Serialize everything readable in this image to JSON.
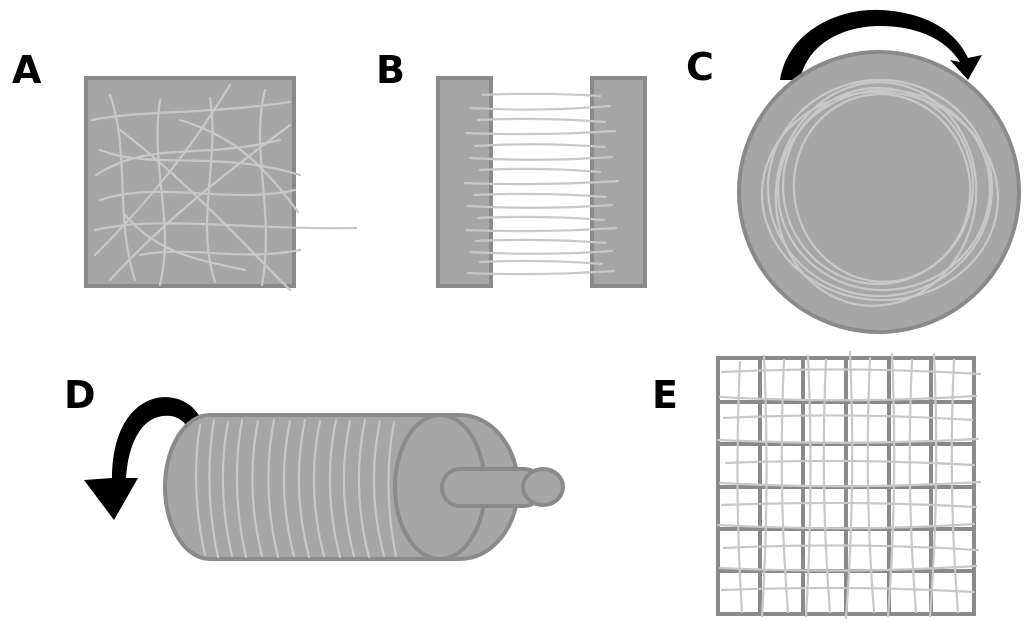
{
  "panels": {
    "a": {
      "label": "A"
    },
    "b": {
      "label": "B"
    },
    "c": {
      "label": "C"
    },
    "d": {
      "label": "D"
    },
    "e": {
      "label": "E"
    }
  },
  "colors": {
    "plate_fill": "#a6a6a6",
    "plate_stroke": "#8a8a8a",
    "fiber": "#c8c8c8",
    "arrow": "#000000",
    "background": "#ffffff"
  }
}
